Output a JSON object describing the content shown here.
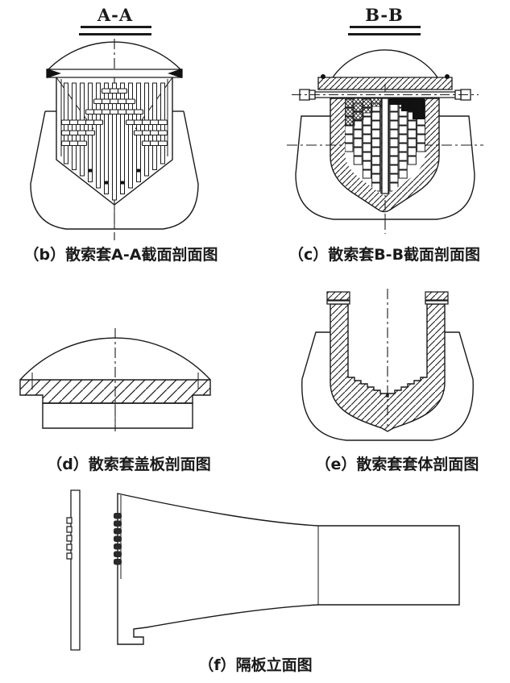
{
  "figure": {
    "background": "#ffffff",
    "ink_color": "#1a1a1a",
    "section_labels": {
      "aa": "A-A",
      "bb": "B-B"
    },
    "captions": {
      "b": "（b）散索套A-A截面剖面图",
      "c": "（c）散索套B-B截面剖面图",
      "d": "（d）散索套盖板剖面图",
      "e": "（e）散索套套体剖面图",
      "f": "（f）隔板立面图"
    }
  }
}
